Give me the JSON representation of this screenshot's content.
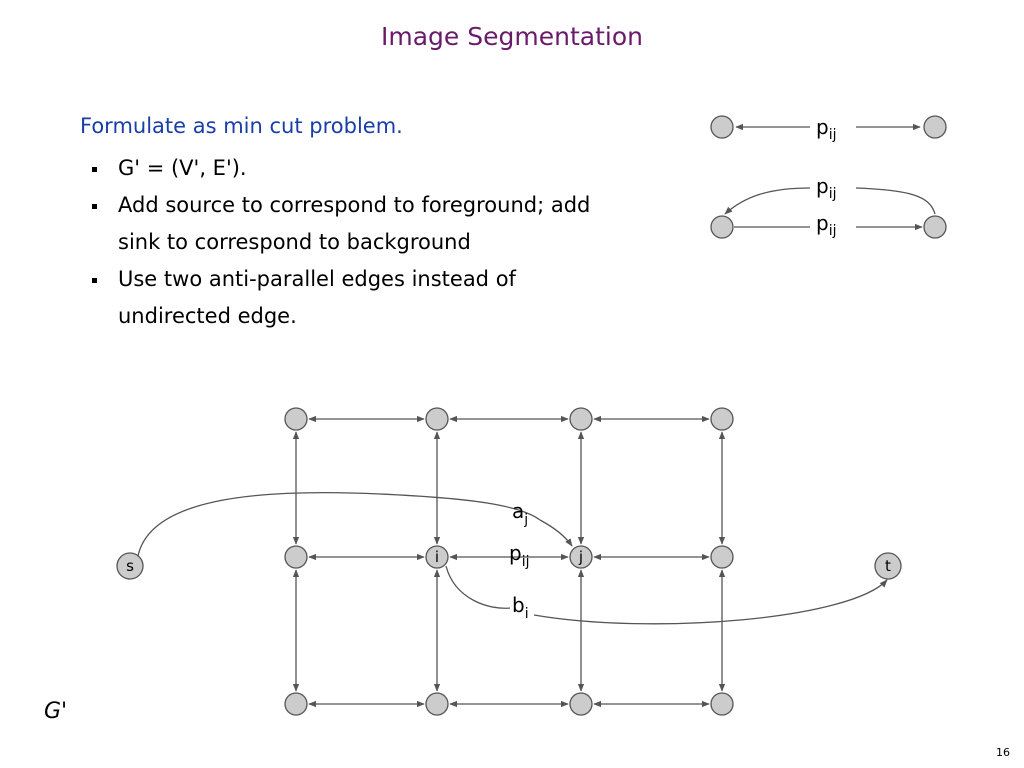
{
  "slide": {
    "title": "Image Segmentation",
    "intro": "Formulate as min cut problem.",
    "bullets": [
      "G' = (V', E').",
      "Add source to correspond to foreground; add sink to correspond to background",
      "Use two anti-parallel edges instead of undirected edge."
    ],
    "graph_label": "G'",
    "page_number": "16"
  },
  "legend": {
    "top_label": "p",
    "top_label_sub": "ij",
    "upper_curve_label": "p",
    "upper_curve_label_sub": "ij",
    "lower_line_label": "p",
    "lower_line_label_sub": "ij"
  },
  "graph": {
    "source_label": "s",
    "sink_label": "t",
    "node_i_label": "i",
    "node_j_label": "j",
    "edge_a_label": "a",
    "edge_a_sub": "j",
    "edge_p_label": "p",
    "edge_p_sub": "ij",
    "edge_b_label": "b",
    "edge_b_sub": "i"
  },
  "colors": {
    "title": "#6a1a6a",
    "intro": "#1a3ea8",
    "node_fill": "#cccccc",
    "stroke": "#555555"
  }
}
